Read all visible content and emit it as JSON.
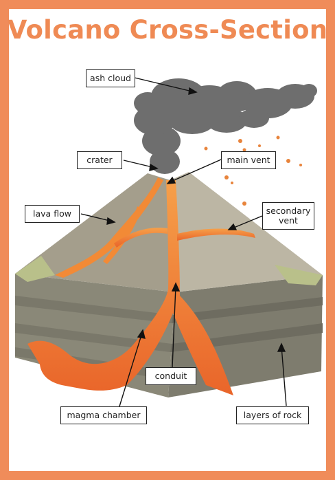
{
  "title": "Volcano Cross-Section",
  "labels": {
    "ash_cloud": "ash cloud",
    "crater": "crater",
    "main_vent": "main vent",
    "lava_flow": "lava flow",
    "secondary_vent_line1": "secondary",
    "secondary_vent_line2": "vent",
    "conduit": "conduit",
    "magma_chamber": "magma chamber",
    "layers_of_rock": "layers of rock"
  },
  "colors": {
    "border": "#f08c5a",
    "title": "#ef8a54",
    "magma": "#f07a2a",
    "rock": "#8c8a7a",
    "ash": "#6d6d6d"
  }
}
